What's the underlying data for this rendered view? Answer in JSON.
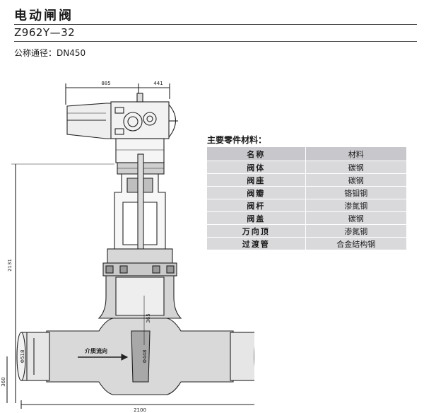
{
  "header": {
    "title": "电动闸阀",
    "model": "Z962Y—32",
    "nominal_label": "公称通径：",
    "nominal_value": "DN450"
  },
  "drawing": {
    "dims": {
      "top_left": "885",
      "top_right": "441",
      "overall_height": "2131",
      "stem_segment": "365",
      "port_outer": "Φ518",
      "port_inner": "Φ448",
      "bottom_height": "360",
      "overall_length": "2100"
    },
    "flow_label": "介质流向"
  },
  "materials": {
    "title": "主要零件材料：",
    "headers": [
      "名称",
      "材料"
    ],
    "rows": [
      {
        "part": "阀体",
        "material": "碳钢"
      },
      {
        "part": "阀座",
        "material": "碳钢"
      },
      {
        "part": "阀瓣",
        "material": "铬钼钢"
      },
      {
        "part": "阀杆",
        "material": "渗氮钢"
      },
      {
        "part": "阀盖",
        "material": "碳钢"
      },
      {
        "part": "万向顶",
        "material": "渗氮钢"
      },
      {
        "part": "过渡管",
        "material": "合金结构钢"
      }
    ]
  }
}
